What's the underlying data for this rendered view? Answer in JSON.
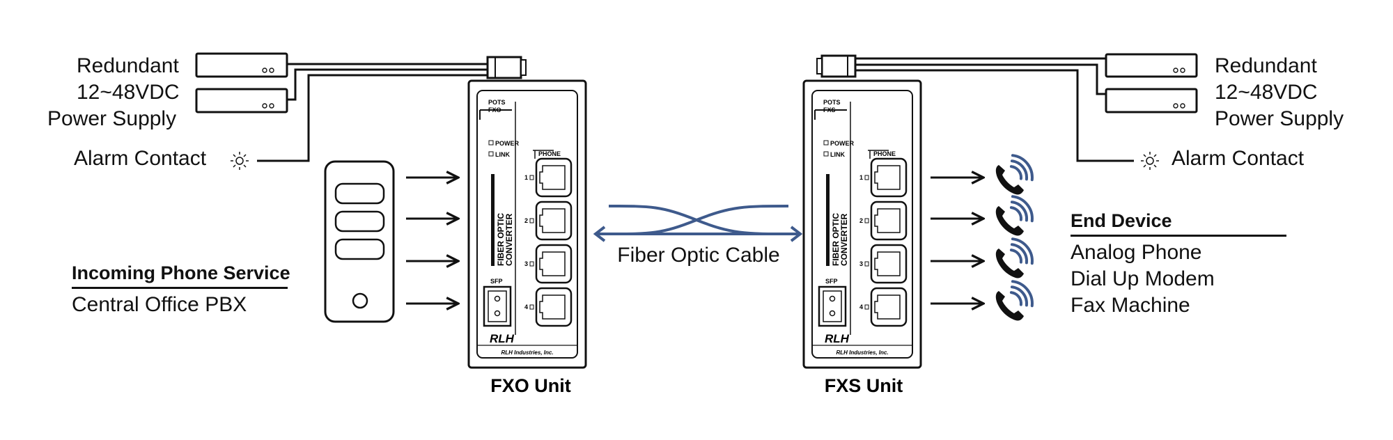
{
  "left": {
    "power_supply": [
      "Redundant",
      "12~48VDC",
      "Power Supply"
    ],
    "alarm_contact": "Alarm Contact",
    "incoming_title": "Incoming Phone Service",
    "incoming_desc": "Central Office PBX"
  },
  "right": {
    "power_supply": [
      "Redundant",
      "12~48VDC",
      "Power Supply"
    ],
    "alarm_contact": "Alarm Contact",
    "end_device_title": "End Device",
    "end_device_items": [
      "Analog Phone",
      "Dial Up Modem",
      "Fax Machine"
    ]
  },
  "cable_label": "Fiber Optic Cable",
  "units": [
    {
      "caption": "FXO Unit",
      "panel_top": "POTS",
      "panel_sub": "FXO",
      "led_power": "POWER",
      "led_link": "LINK",
      "phone_label": "PHONE",
      "port_numbers": [
        "1",
        "2",
        "3",
        "4"
      ],
      "vertical_line1": "FIBER OPTIC",
      "vertical_line2": "CONVERTER",
      "sfp_label": "SFP",
      "logo": "RLH",
      "maker": "RLH Industries, Inc."
    },
    {
      "caption": "FXS Unit",
      "panel_top": "POTS",
      "panel_sub": "FXS",
      "led_power": "POWER",
      "led_link": "LINK",
      "phone_label": "PHONE",
      "port_numbers": [
        "1",
        "2",
        "3",
        "4"
      ],
      "vertical_line1": "FIBER OPTIC",
      "vertical_line2": "CONVERTER",
      "sfp_label": "SFP",
      "logo": "RLH",
      "maker": "RLH Industries, Inc."
    }
  ],
  "colors": {
    "ink": "#111111",
    "cable": "#3e5a8c",
    "handset_waves": "#3e5a8c"
  }
}
